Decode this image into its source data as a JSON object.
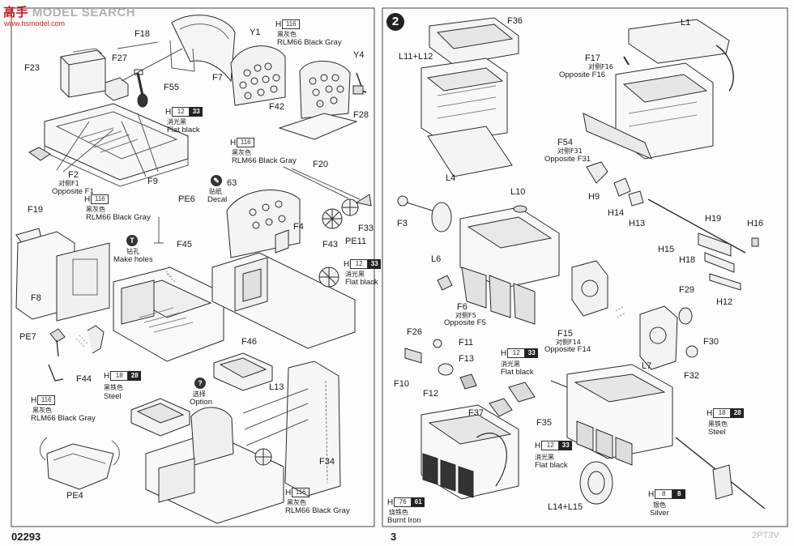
{
  "header": {
    "watermark_cn": "高手",
    "watermark_brand": "MODEL SEARCH",
    "watermark_url": "www.hsmodel.com"
  },
  "step": {
    "number": "2"
  },
  "footer": {
    "product_code": "02293",
    "page_number": "3",
    "corner_mark": "2PT3V"
  },
  "paints": {
    "rlm66_a": {
      "h": "H",
      "box": "116",
      "cn": "黑灰色",
      "en": "RLM66 Black Gray"
    },
    "flat_a": {
      "h": "H",
      "box": "12",
      "num": "33",
      "cn": "消光黑",
      "en": "Flat black"
    },
    "rlm66_b": {
      "h": "H",
      "box": "116",
      "cn": "黑灰色",
      "en": "RLM66 Black Gray"
    },
    "rlm66_c": {
      "h": "H",
      "box": "116",
      "cn": "黑灰色",
      "en": "RLM66 Black Gray"
    },
    "flat_b": {
      "h": "H",
      "box": "12",
      "num": "33",
      "cn": "消光黑",
      "en": "Flat black"
    },
    "steel_a": {
      "h": "H",
      "box": "18",
      "num": "28",
      "cn": "黑铁色",
      "en": "Steel"
    },
    "rlm66_d": {
      "h": "H",
      "box": "116",
      "cn": "黑灰色",
      "en": "RLM66 Black Gray"
    },
    "rlm66_e": {
      "h": "H",
      "box": "116",
      "cn": "黑灰色",
      "en": "RLM66 Black Gray"
    },
    "flat_c": {
      "h": "H",
      "box": "12",
      "num": "33",
      "cn": "消光黑",
      "en": "Flat black"
    },
    "flat_d": {
      "h": "H",
      "box": "12",
      "num": "33",
      "cn": "消光黑",
      "en": "Flat black"
    },
    "burnt": {
      "h": "H",
      "box": "76",
      "num": "61",
      "cn": "烧铁色",
      "en": "Burnt Iron"
    },
    "silver": {
      "h": "H",
      "box": "8",
      "num": "8",
      "cn": "银色",
      "en": "Silver"
    },
    "steel_b": {
      "h": "H",
      "box": "18",
      "num": "28",
      "cn": "黑铁色",
      "en": "Steel"
    }
  },
  "notes": {
    "decal_cn": "贴纸",
    "decal_en": "Decal",
    "decal_ref": "63",
    "holes_cn": "钻孔",
    "holes_en": "Make holes",
    "option_cn": "选择",
    "option_en": "Option"
  },
  "part_labels": {
    "F18": "F18",
    "F23": "F23",
    "F27": "F27",
    "F55": "F55",
    "F7": "F7",
    "Y1": "Y1",
    "Y4": "Y4",
    "F42": "F42",
    "F28": "F28",
    "F20": "F20",
    "F2": "F2",
    "F9": "F9",
    "F2_opp_cn": "对侧F1",
    "F2_opp_en": "Opposite F1",
    "PE6": "PE6",
    "F45": "F45",
    "F19": "F19",
    "F8": "F8",
    "F4": "F4",
    "F33": "F33",
    "F43": "F43",
    "PE11": "PE11",
    "PE7": "PE7",
    "F44": "F44",
    "F46": "F46",
    "L13": "L13",
    "F34": "F34",
    "PE4": "PE4",
    "F36": "F36",
    "L11_L12": "L11+L12",
    "L4": "L4",
    "L1": "L1",
    "F17": "F17",
    "F17_opp_cn": "对侧F16",
    "F17_opp_en": "Opposite F16",
    "F54": "F54",
    "F54_opp_cn": "对侧F31",
    "F54_opp_en": "Opposite F31",
    "H9": "H9",
    "H14": "H14",
    "H13": "H13",
    "H19": "H19",
    "H16": "H16",
    "H15": "H15",
    "H18": "H18",
    "H12": "H12",
    "F3": "F3",
    "L10": "L10",
    "L6": "L6",
    "F6": "F6",
    "F6_opp_cn": "对侧F5",
    "F6_opp_en": "Opposite F5",
    "F15": "F15",
    "F15_opp_cn": "对侧F14",
    "F15_opp_en": "Opposite F14",
    "F29": "F29",
    "F30": "F30",
    "L7": "L7",
    "F32": "F32",
    "F26": "F26",
    "F11": "F11",
    "F13": "F13",
    "F10": "F10",
    "F12": "F12",
    "F37": "F37",
    "F35": "F35",
    "L14_L15": "L14+L15"
  }
}
